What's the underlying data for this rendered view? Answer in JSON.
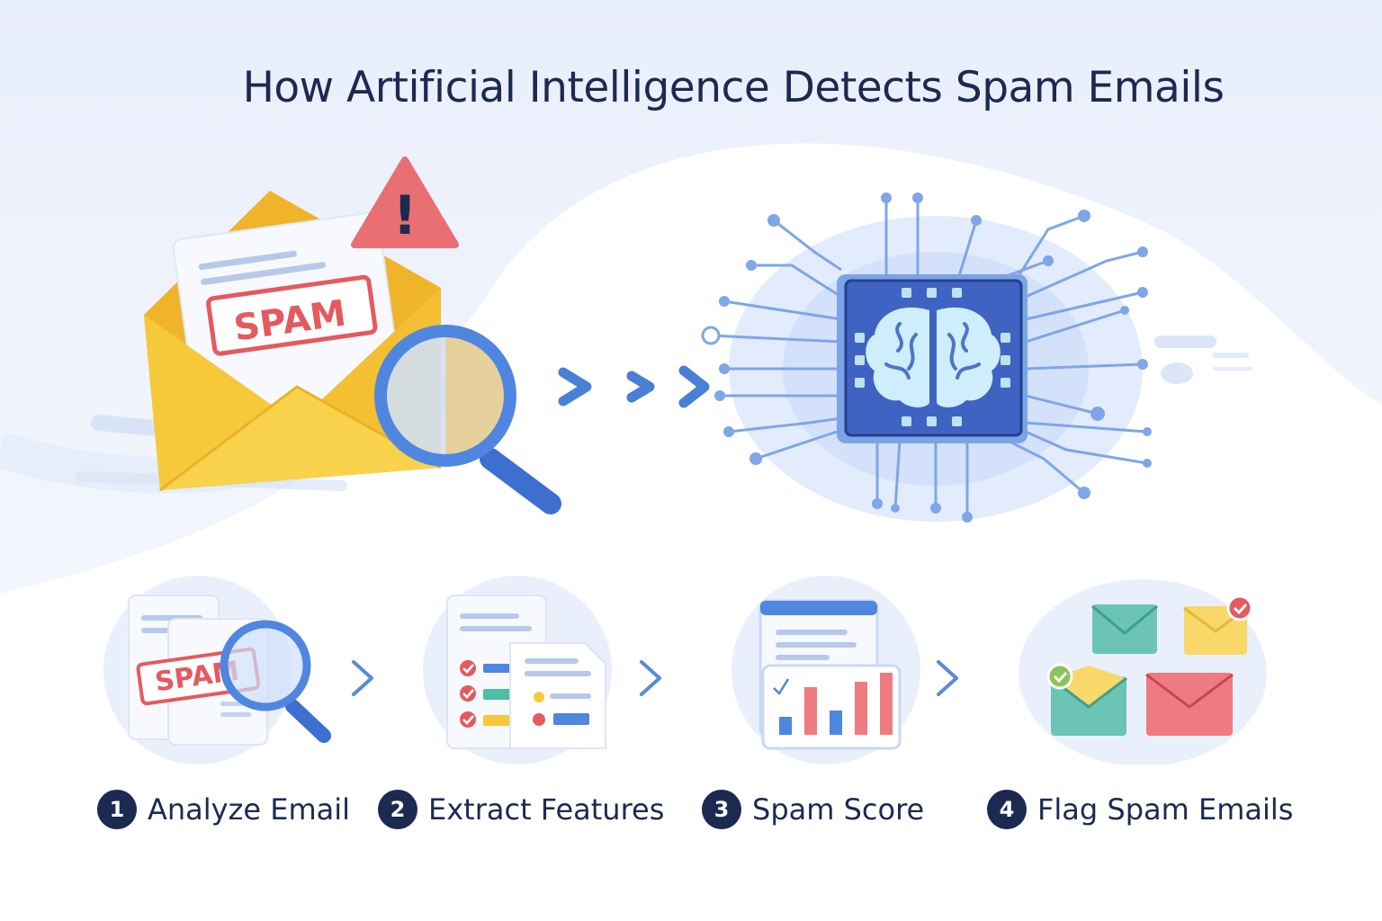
{
  "title": "How Artificial Intelligence Detects Spam Emails",
  "hero": {
    "stamp_text": "SPAM",
    "alert_mark": "!"
  },
  "steps": [
    {
      "number": "1",
      "label": "Analyze Email",
      "stamp_text": "SPAM"
    },
    {
      "number": "2",
      "label": "Extract Features"
    },
    {
      "number": "3",
      "label": "Spam Score"
    },
    {
      "number": "4",
      "label": "Flag Spam Emails"
    }
  ],
  "colors": {
    "navy": "#1c2a52",
    "accent_blue": "#4a7fd6",
    "spam_red": "#e45a5f",
    "envelope_yellow": "#f6c93a"
  }
}
